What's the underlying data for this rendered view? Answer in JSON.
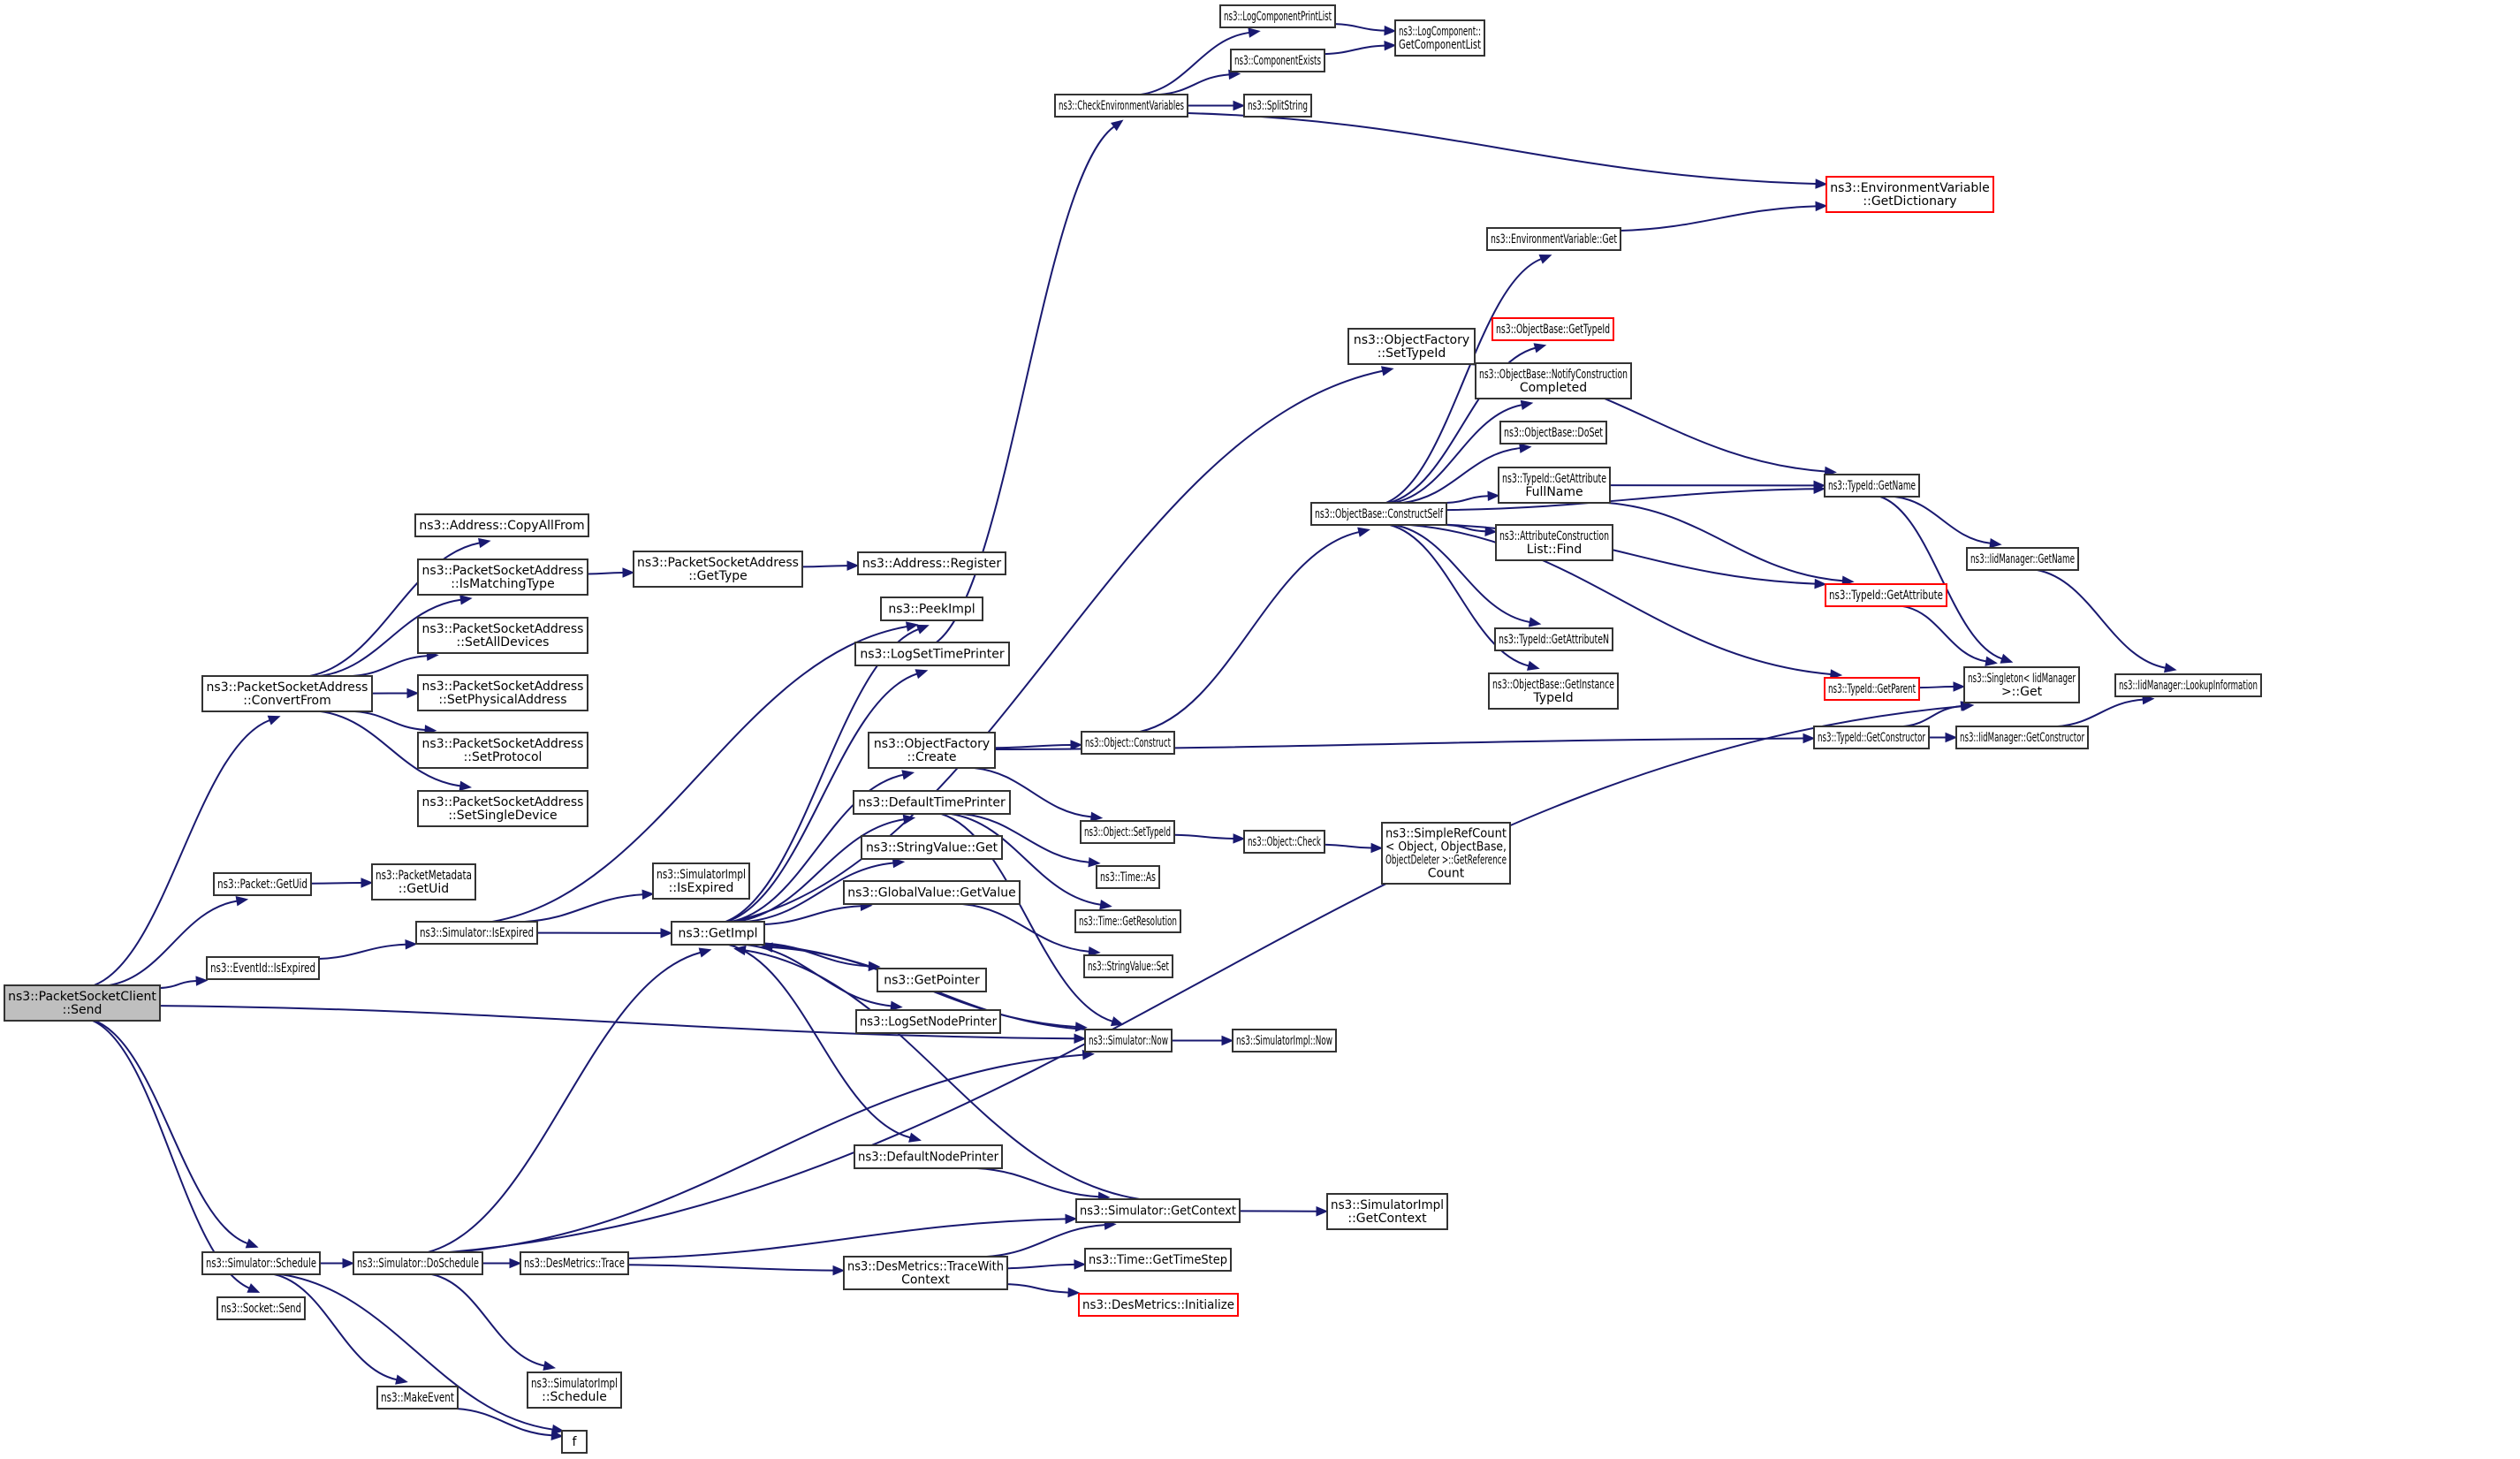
{
  "diagram": {
    "type": "call-graph",
    "root": "ns3::PacketSocketClient::Send",
    "colors": {
      "edge": "#191970",
      "root_fill": "#bfbfbf",
      "node_border": "#333333",
      "truncated_border": "#ff0000"
    },
    "nodes": [
      {
        "id": "root",
        "lines": [
          "ns3::PacketSocketClient",
          "::Send"
        ],
        "style": "root"
      },
      {
        "id": "convertfrom",
        "lines": [
          "ns3::PacketSocketAddress",
          "::ConvertFrom"
        ]
      },
      {
        "id": "copyallfrom",
        "lines": [
          "ns3::Address::CopyAllFrom"
        ]
      },
      {
        "id": "ismatchingtype",
        "lines": [
          "ns3::PacketSocketAddress",
          "::IsMatchingType"
        ]
      },
      {
        "id": "setalldevices",
        "lines": [
          "ns3::PacketSocketAddress",
          "::SetAllDevices"
        ]
      },
      {
        "id": "setphysicaladdress",
        "lines": [
          "ns3::PacketSocketAddress",
          "::SetPhysicalAddress"
        ]
      },
      {
        "id": "setprotocol",
        "lines": [
          "ns3::PacketSocketAddress",
          "::SetProtocol"
        ]
      },
      {
        "id": "setsingledevice",
        "lines": [
          "ns3::PacketSocketAddress",
          "::SetSingleDevice"
        ]
      },
      {
        "id": "gettype",
        "lines": [
          "ns3::PacketSocketAddress",
          "::GetType"
        ]
      },
      {
        "id": "addrregister",
        "lines": [
          "ns3::Address::Register"
        ]
      },
      {
        "id": "packetgetuid",
        "lines": [
          "ns3::Packet::GetUid"
        ]
      },
      {
        "id": "metadatagetuid",
        "lines": [
          "ns3::PacketMetadata",
          "::GetUid"
        ]
      },
      {
        "id": "eventidisexpired",
        "lines": [
          "ns3::EventId::IsExpired"
        ]
      },
      {
        "id": "simisexpired",
        "lines": [
          "ns3::Simulator::IsExpired"
        ]
      },
      {
        "id": "simimplisexpired",
        "lines": [
          "ns3::SimulatorImpl",
          "::IsExpired"
        ]
      },
      {
        "id": "getimpl",
        "lines": [
          "ns3::GetImpl"
        ]
      },
      {
        "id": "peekimpl",
        "lines": [
          "ns3::PeekImpl"
        ]
      },
      {
        "id": "logsettimeprinter",
        "lines": [
          "ns3::LogSetTimePrinter"
        ]
      },
      {
        "id": "objfactorycreate",
        "lines": [
          "ns3::ObjectFactory",
          "::Create"
        ]
      },
      {
        "id": "defaulttimeprinter",
        "lines": [
          "ns3::DefaultTimePrinter"
        ]
      },
      {
        "id": "stringvalueget",
        "lines": [
          "ns3::StringValue::Get"
        ]
      },
      {
        "id": "globalvaluegetvalue",
        "lines": [
          "ns3::GlobalValue::GetValue"
        ]
      },
      {
        "id": "getpointer",
        "lines": [
          "ns3::GetPointer"
        ]
      },
      {
        "id": "logsetnodeprinter",
        "lines": [
          "ns3::LogSetNodePrinter"
        ]
      },
      {
        "id": "defaultnodeprinter",
        "lines": [
          "ns3::DefaultNodePrinter"
        ]
      },
      {
        "id": "checkenv",
        "lines": [
          "ns3::CheckEnvironmentVariables"
        ]
      },
      {
        "id": "logcompprintlist",
        "lines": [
          "ns3::LogComponentPrintList"
        ]
      },
      {
        "id": "componentexists",
        "lines": [
          "ns3::ComponentExists"
        ]
      },
      {
        "id": "splitstring",
        "lines": [
          "ns3::SplitString"
        ]
      },
      {
        "id": "getcomponentlist",
        "lines": [
          "ns3::LogComponent::",
          "GetComponentList"
        ]
      },
      {
        "id": "getdictionary",
        "lines": [
          "ns3::EnvironmentVariable",
          "::GetDictionary"
        ],
        "style": "truncated"
      },
      {
        "id": "envvarget",
        "lines": [
          "ns3::EnvironmentVariable::Get"
        ]
      },
      {
        "id": "objfactorysettypeid",
        "lines": [
          "ns3::ObjectFactory",
          "::SetTypeId"
        ]
      },
      {
        "id": "objbasegettypeid",
        "lines": [
          "ns3::ObjectBase::GetTypeId"
        ],
        "style": "truncated"
      },
      {
        "id": "notifyconstruction",
        "lines": [
          "ns3::ObjectBase::NotifyConstruction",
          "Completed"
        ]
      },
      {
        "id": "objbasedoset",
        "lines": [
          "ns3::ObjectBase::DoSet"
        ]
      },
      {
        "id": "constructself",
        "lines": [
          "ns3::ObjectBase::ConstructSelf"
        ]
      },
      {
        "id": "getattrfullname",
        "lines": [
          "ns3::TypeId::GetAttribute",
          "FullName"
        ]
      },
      {
        "id": "attrconstructionfind",
        "lines": [
          "ns3::AttributeConstruction",
          "List::Find"
        ]
      },
      {
        "id": "typeidgetattribute",
        "lines": [
          "ns3::TypeId::GetAttribute"
        ],
        "style": "truncated"
      },
      {
        "id": "typeidgetattributen",
        "lines": [
          "ns3::TypeId::GetAttributeN"
        ]
      },
      {
        "id": "getinstancetypeid",
        "lines": [
          "ns3::ObjectBase::GetInstance",
          "TypeId"
        ]
      },
      {
        "id": "typeidgetname",
        "lines": [
          "ns3::TypeId::GetName"
        ]
      },
      {
        "id": "iidmanagergetname",
        "lines": [
          "ns3::IidManager::GetName"
        ]
      },
      {
        "id": "lookupinformation",
        "lines": [
          "ns3::IidManager::LookupInformation"
        ]
      },
      {
        "id": "singletonget",
        "lines": [
          "ns3::Singleton< IidManager",
          ">::Get"
        ]
      },
      {
        "id": "typeidgetparent",
        "lines": [
          "ns3::TypeId::GetParent"
        ],
        "style": "truncated"
      },
      {
        "id": "typeidgetconstructor",
        "lines": [
          "ns3::TypeId::GetConstructor"
        ]
      },
      {
        "id": "iidmanagergetconstructor",
        "lines": [
          "ns3::IidManager::GetConstructor"
        ]
      },
      {
        "id": "objectconstruct",
        "lines": [
          "ns3::Object::Construct"
        ]
      },
      {
        "id": "objectsettypeid",
        "lines": [
          "ns3::Object::SetTypeId"
        ]
      },
      {
        "id": "objectcheck",
        "lines": [
          "ns3::Object::Check"
        ]
      },
      {
        "id": "getreferencecount",
        "lines": [
          "ns3::SimpleRefCount",
          "< Object, ObjectBase,",
          "ObjectDeleter >::GetReference",
          "Count"
        ]
      },
      {
        "id": "timeas",
        "lines": [
          "ns3::Time::As"
        ]
      },
      {
        "id": "timegetresolution",
        "lines": [
          "ns3::Time::GetResolution"
        ]
      },
      {
        "id": "stringvalueset",
        "lines": [
          "ns3::StringValue::Set"
        ]
      },
      {
        "id": "simulatornow",
        "lines": [
          "ns3::Simulator::Now"
        ]
      },
      {
        "id": "simimplnow",
        "lines": [
          "ns3::SimulatorImpl::Now"
        ]
      },
      {
        "id": "simgetcontext",
        "lines": [
          "ns3::Simulator::GetContext"
        ]
      },
      {
        "id": "simimplgetcontext",
        "lines": [
          "ns3::SimulatorImpl",
          "::GetContext"
        ]
      },
      {
        "id": "timegettimestep",
        "lines": [
          "ns3::Time::GetTimeStep"
        ]
      },
      {
        "id": "desmetricsinit",
        "lines": [
          "ns3::DesMetrics::Initialize"
        ],
        "style": "truncated"
      },
      {
        "id": "simschedule",
        "lines": [
          "ns3::Simulator::Schedule"
        ]
      },
      {
        "id": "socketsend",
        "lines": [
          "ns3::Socket::Send"
        ]
      },
      {
        "id": "doschedule",
        "lines": [
          "ns3::Simulator::DoSchedule"
        ]
      },
      {
        "id": "desmetricstrace",
        "lines": [
          "ns3::DesMetrics::Trace"
        ]
      },
      {
        "id": "tracewithcontext",
        "lines": [
          "ns3::DesMetrics::TraceWith",
          "Context"
        ]
      },
      {
        "id": "simimplschedule",
        "lines": [
          "ns3::SimulatorImpl",
          "::Schedule"
        ]
      },
      {
        "id": "makeevent",
        "lines": [
          "ns3::MakeEvent"
        ]
      },
      {
        "id": "f",
        "lines": [
          "f"
        ]
      }
    ],
    "edges": [
      [
        "root",
        "convertfrom"
      ],
      [
        "root",
        "packetgetuid"
      ],
      [
        "root",
        "eventidisexpired"
      ],
      [
        "root",
        "simulatornow"
      ],
      [
        "root",
        "simschedule"
      ],
      [
        "root",
        "socketsend"
      ],
      [
        "convertfrom",
        "copyallfrom"
      ],
      [
        "convertfrom",
        "ismatchingtype"
      ],
      [
        "convertfrom",
        "setalldevices"
      ],
      [
        "convertfrom",
        "setphysicaladdress"
      ],
      [
        "convertfrom",
        "setprotocol"
      ],
      [
        "convertfrom",
        "setsingledevice"
      ],
      [
        "ismatchingtype",
        "gettype"
      ],
      [
        "gettype",
        "addrregister"
      ],
      [
        "packetgetuid",
        "metadatagetuid"
      ],
      [
        "eventidisexpired",
        "simisexpired"
      ],
      [
        "simisexpired",
        "simimplisexpired"
      ],
      [
        "simisexpired",
        "getimpl"
      ],
      [
        "simisexpired",
        "peekimpl"
      ],
      [
        "getimpl",
        "peekimpl"
      ],
      [
        "getimpl",
        "logsettimeprinter"
      ],
      [
        "getimpl",
        "objfactorysettypeid"
      ],
      [
        "getimpl",
        "objfactorycreate"
      ],
      [
        "getimpl",
        "defaulttimeprinter"
      ],
      [
        "getimpl",
        "stringvalueget"
      ],
      [
        "getimpl",
        "globalvaluegetvalue"
      ],
      [
        "getimpl",
        "getpointer"
      ],
      [
        "getimpl",
        "logsetnodeprinter"
      ],
      [
        "getimpl",
        "defaultnodeprinter"
      ],
      [
        "getimpl",
        "simulatornow"
      ],
      [
        "logsettimeprinter",
        "checkenv"
      ],
      [
        "checkenv",
        "logcompprintlist"
      ],
      [
        "checkenv",
        "componentexists"
      ],
      [
        "checkenv",
        "splitstring"
      ],
      [
        "checkenv",
        "getdictionary"
      ],
      [
        "logcompprintlist",
        "getcomponentlist"
      ],
      [
        "componentexists",
        "getcomponentlist"
      ],
      [
        "objfactorysettypeid",
        "typeidgetname"
      ],
      [
        "objfactorycreate",
        "objectconstruct"
      ],
      [
        "objfactorycreate",
        "typeidgetconstructor"
      ],
      [
        "objfactorycreate",
        "objectsettypeid"
      ],
      [
        "objectconstruct",
        "constructself"
      ],
      [
        "objectsettypeid",
        "objectcheck"
      ],
      [
        "objectcheck",
        "getreferencecount"
      ],
      [
        "constructself",
        "envvarget"
      ],
      [
        "constructself",
        "typeidgetname"
      ],
      [
        "constructself",
        "objbasegettypeid"
      ],
      [
        "constructself",
        "notifyconstruction"
      ],
      [
        "constructself",
        "objbasedoset"
      ],
      [
        "constructself",
        "getattrfullname"
      ],
      [
        "constructself",
        "attrconstructionfind"
      ],
      [
        "constructself",
        "typeidgetattribute"
      ],
      [
        "constructself",
        "typeidgetattributen"
      ],
      [
        "constructself",
        "getinstancetypeid"
      ],
      [
        "constructself",
        "typeidgetparent"
      ],
      [
        "envvarget",
        "getdictionary"
      ],
      [
        "getattrfullname",
        "typeidgetname"
      ],
      [
        "getattrfullname",
        "typeidgetattribute"
      ],
      [
        "typeidgetname",
        "iidmanagergetname"
      ],
      [
        "typeidgetname",
        "singletonget"
      ],
      [
        "iidmanagergetname",
        "lookupinformation"
      ],
      [
        "typeidgetattribute",
        "singletonget"
      ],
      [
        "typeidgetparent",
        "singletonget"
      ],
      [
        "typeidgetconstructor",
        "singletonget"
      ],
      [
        "typeidgetconstructor",
        "iidmanagergetconstructor"
      ],
      [
        "iidmanagergetconstructor",
        "lookupinformation"
      ],
      [
        "defaulttimeprinter",
        "timeas"
      ],
      [
        "defaulttimeprinter",
        "timegetresolution"
      ],
      [
        "defaulttimeprinter",
        "simulatornow"
      ],
      [
        "globalvaluegetvalue",
        "stringvalueset"
      ],
      [
        "simulatornow",
        "getimpl"
      ],
      [
        "simulatornow",
        "simimplnow"
      ],
      [
        "defaultnodeprinter",
        "simgetcontext"
      ],
      [
        "simgetcontext",
        "getimpl"
      ],
      [
        "simgetcontext",
        "simimplgetcontext"
      ],
      [
        "simschedule",
        "doschedule"
      ],
      [
        "simschedule",
        "makeevent"
      ],
      [
        "simschedule",
        "f"
      ],
      [
        "doschedule",
        "getimpl"
      ],
      [
        "doschedule",
        "simulatornow"
      ],
      [
        "doschedule",
        "desmetricstrace"
      ],
      [
        "doschedule",
        "simimplschedule"
      ],
      [
        "doschedule",
        "singletonget"
      ],
      [
        "desmetricstrace",
        "simgetcontext"
      ],
      [
        "desmetricstrace",
        "tracewithcontext"
      ],
      [
        "tracewithcontext",
        "simgetcontext"
      ],
      [
        "tracewithcontext",
        "timegettimestep"
      ],
      [
        "tracewithcontext",
        "desmetricsinit"
      ],
      [
        "makeevent",
        "f"
      ]
    ]
  }
}
